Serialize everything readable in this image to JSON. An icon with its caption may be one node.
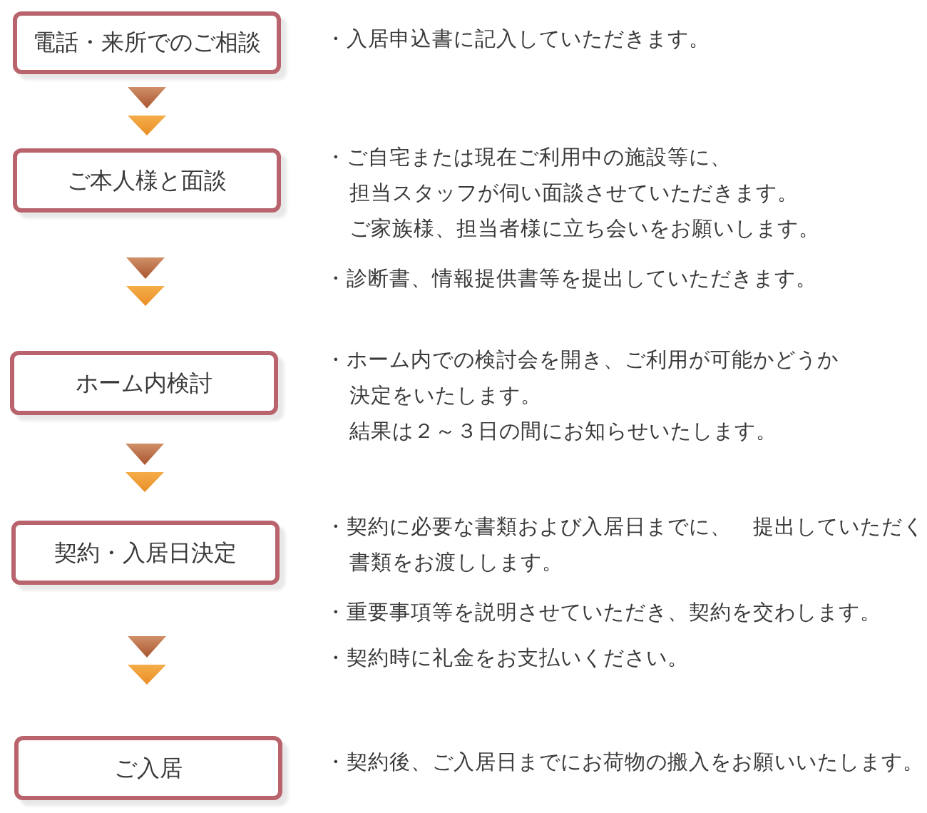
{
  "diagram": {
    "nodes": [
      {
        "text": [
          "電話・来所でのご相談"
        ],
        "beside": [
          "・入居申込書に記入していただきます。"
        ]
      },
      {
        "text": [
          "ご本人様と面談"
        ],
        "beside": [
          "・ご自宅または現在ご利用中の施設等に、担当スタッフが伺い面談させていただきます。ご家族様、担当者様に立ち会いをお願いします。",
          "・診断書、情報提供書等を提出していただきます。"
        ]
      },
      {
        "text": [
          "ホーム内検討"
        ],
        "beside": [
          "・ホーム内での検討会を開き、ご利用が可能かどうか決定をいたします。結果は２～３日の間にお知らせいたします。"
        ]
      },
      {
        "text": [
          "契約・入居日決定"
        ],
        "beside": [
          "・契約に必要な書類および入居日までに、　提出していただく書類をお渡しします。",
          "・重要事項等を説明させていただき、契約を交わします。",
          "・契約時に礼金をお支払いください。"
        ]
      },
      {
        "text": [
          "ご入居"
        ],
        "beside": [
          "・契約後、ご入居日までにお荷物の搬入をお願いいたします。"
        ]
      }
    ],
    "edges": [
      {
        "from": 0,
        "to": 1,
        "arrow": "to"
      },
      {
        "from": 1,
        "to": 2,
        "arrow": "to"
      },
      {
        "from": 2,
        "to": 3,
        "arrow": "to"
      },
      {
        "from": 3,
        "to": 4,
        "arrow": "to"
      }
    ]
  }
}
